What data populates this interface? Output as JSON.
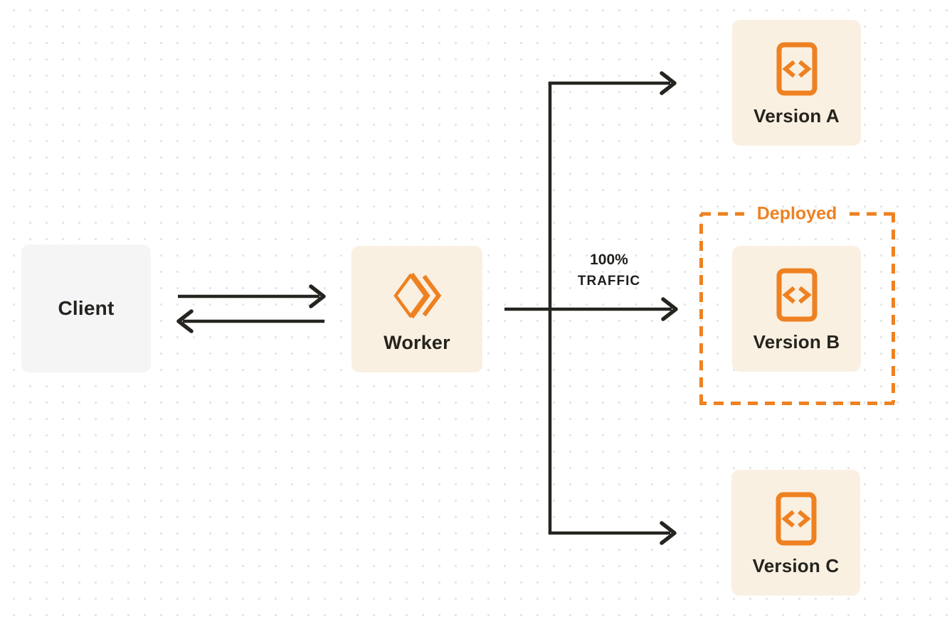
{
  "nodes": {
    "client": {
      "label": "Client"
    },
    "worker": {
      "label": "Worker"
    },
    "version_a": {
      "label": "Version A"
    },
    "version_b": {
      "label": "Version B"
    },
    "version_c": {
      "label": "Version C"
    }
  },
  "annotations": {
    "deployed_label": "Deployed",
    "traffic_percent": "100%",
    "traffic_word": "TRAFFIC"
  },
  "icons": {
    "worker": "workers-double-chevron-icon",
    "version": "code-file-icon"
  },
  "colors": {
    "accent_orange": "#ee8121",
    "node_cream_bg": "#faf0e1",
    "client_gray_bg": "#f5f5f6",
    "arrow_dark": "#26241f",
    "text_dark": "#25231e",
    "dot_grid": "#e4e4e4",
    "canvas_bg": "#ffffff"
  }
}
